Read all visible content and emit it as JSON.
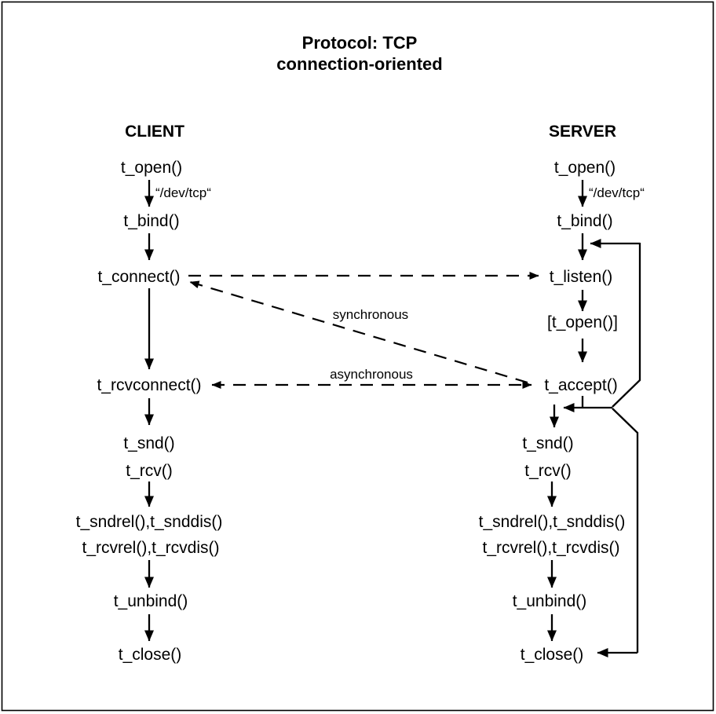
{
  "title": {
    "line1": "Protocol: TCP",
    "line2": "connection-oriented"
  },
  "columns": {
    "client": {
      "header": "CLIENT",
      "t_open": "t_open()",
      "device": "“/dev/tcp“",
      "t_bind": "t_bind()",
      "t_connect": "t_connect()",
      "t_rcvconnect": "t_rcvconnect()",
      "t_snd": "t_snd()",
      "t_rcv": "t_rcv()",
      "t_sndrel_snddis": "t_sndrel(),t_snddis()",
      "t_rcvrel_rcvdis": "t_rcvrel(),t_rcvdis()",
      "t_unbind": "t_unbind()",
      "t_close": "t_close()"
    },
    "server": {
      "header": "SERVER",
      "t_open": "t_open()",
      "device": "“/dev/tcp“",
      "t_bind": "t_bind()",
      "t_listen": "t_listen()",
      "t_open_optional": "[t_open()]",
      "t_accept": "t_accept()",
      "t_snd": "t_snd()",
      "t_rcv": "t_rcv()",
      "t_sndrel_snddis": "t_sndrel(),t_snddis()",
      "t_rcvrel_rcvdis": "t_rcvrel(),t_rcvdis()",
      "t_unbind": "t_unbind()",
      "t_close": "t_close()"
    }
  },
  "annotations": {
    "synchronous": "synchronous",
    "asynchronous": "asynchronous"
  },
  "colors": {
    "ink": "#000000",
    "background": "#ffffff"
  }
}
